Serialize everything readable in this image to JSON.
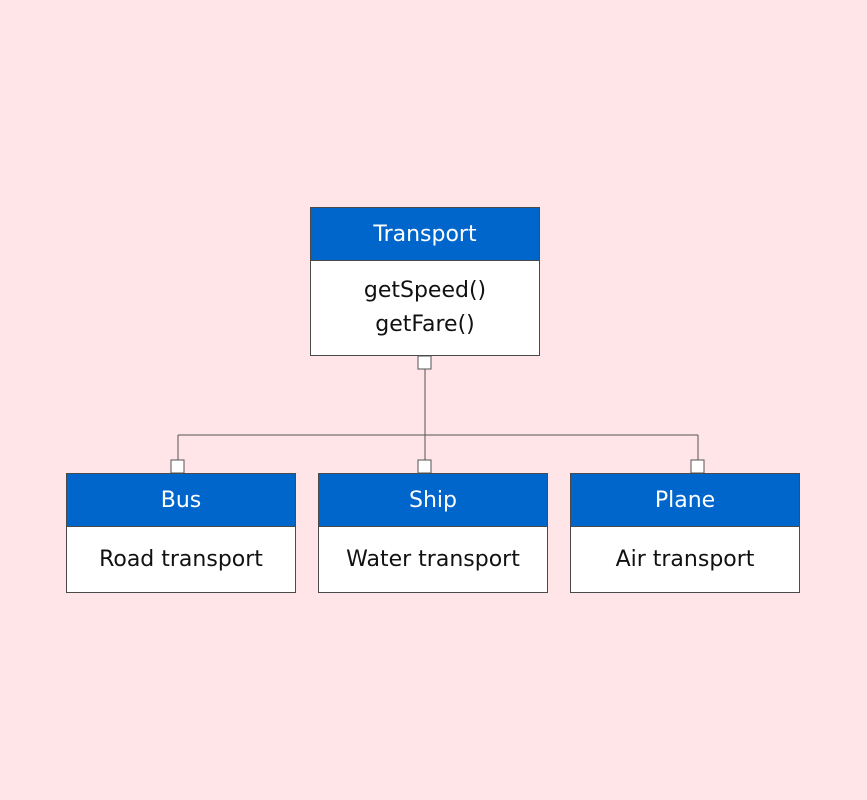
{
  "colors": {
    "background": "#ffe4e8",
    "header": "#0066cc",
    "header_text": "#ffffff",
    "body": "#ffffff",
    "border": "#4a4a4a",
    "line": "#555555"
  },
  "parent": {
    "title": "Transport",
    "methods": [
      "getSpeed()",
      "getFare()"
    ]
  },
  "children": [
    {
      "title": "Bus",
      "description": "Road transport"
    },
    {
      "title": "Ship",
      "description": "Water transport"
    },
    {
      "title": "Plane",
      "description": "Air transport"
    }
  ]
}
